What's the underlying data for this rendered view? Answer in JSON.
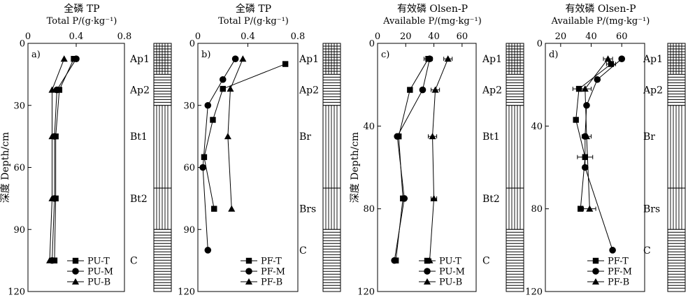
{
  "chart_data": [
    {
      "type": "line",
      "panel_label": "a)",
      "title_cn": "全磷 TP",
      "title_en": "Total P/(g·kg⁻¹)",
      "ylabel": "深度 Depth/cm",
      "xlim": [
        0,
        0.8
      ],
      "ylim": [
        0,
        120
      ],
      "x_ticks": [
        0,
        0.4,
        0.8
      ],
      "x_tick_labels": [
        "0",
        "0.4",
        "0.8"
      ],
      "y_ticks": [
        0,
        30,
        60,
        90,
        120
      ],
      "y_tick_labels": [
        "0",
        "30",
        "60",
        "90",
        "120"
      ],
      "series": [
        {
          "name": "PU-T",
          "marker": "square",
          "x": [
            0.38,
            0.26,
            0.23,
            0.23,
            0.22
          ],
          "y": [
            7.5,
            22.5,
            45,
            75,
            105
          ]
        },
        {
          "name": "PU-M",
          "marker": "circle",
          "x": [
            0.4,
            0.24,
            0.22,
            0.22,
            0.2
          ],
          "y": [
            7.5,
            22.5,
            45,
            75,
            105
          ]
        },
        {
          "name": "PU-B",
          "marker": "triangle",
          "x": [
            0.3,
            0.2,
            0.2,
            0.2,
            0.18
          ],
          "y": [
            7.5,
            22.5,
            45,
            75,
            105
          ]
        }
      ],
      "horizons": [
        {
          "label": "Ap1",
          "top": 0,
          "bottom": 15,
          "pattern": "grid"
        },
        {
          "label": "Ap2",
          "top": 15,
          "bottom": 30,
          "pattern": "hlines"
        },
        {
          "label": "Bt1",
          "top": 30,
          "bottom": 70,
          "pattern": "vlines"
        },
        {
          "label": "Bt2",
          "top": 70,
          "bottom": 90,
          "pattern": "vlines"
        },
        {
          "label": "C",
          "top": 90,
          "bottom": 120,
          "pattern": "hlines"
        }
      ],
      "label_depths": [
        7.5,
        22.5,
        45,
        75,
        105
      ]
    },
    {
      "type": "line",
      "panel_label": "b)",
      "title_cn": "全磷 TP",
      "title_en": "Total P/(g·kg⁻¹)",
      "ylabel": "",
      "xlim": [
        0,
        0.8
      ],
      "ylim": [
        0,
        120
      ],
      "x_ticks": [
        0,
        0.4,
        0.8
      ],
      "x_tick_labels": [
        "0",
        "0.4",
        "0.8"
      ],
      "y_ticks": [
        0,
        30,
        60,
        90,
        120
      ],
      "y_tick_labels": [
        "0",
        "30",
        "60",
        "90",
        "120"
      ],
      "series": [
        {
          "name": "PF-T",
          "marker": "square",
          "x": [
            0.7,
            0.2,
            0.12,
            0.05,
            0.13
          ],
          "y": [
            10,
            22,
            37,
            55,
            80
          ]
        },
        {
          "name": "PF-M",
          "marker": "circle",
          "x": [
            0.3,
            0.2,
            0.08,
            0.04,
            0.08
          ],
          "y": [
            7.5,
            17.5,
            30,
            60,
            100
          ]
        },
        {
          "name": "PF-B",
          "marker": "triangle",
          "x": [
            0.36,
            0.26,
            0.24,
            0.27
          ],
          "y": [
            7.5,
            22,
            45,
            80
          ]
        }
      ],
      "horizons": [
        {
          "label": "Ap1",
          "top": 0,
          "bottom": 15,
          "pattern": "grid"
        },
        {
          "label": "Ap2",
          "top": 15,
          "bottom": 30,
          "pattern": "hlines"
        },
        {
          "label": "Br",
          "top": 30,
          "bottom": 70,
          "pattern": "vlines"
        },
        {
          "label": "Brs",
          "top": 70,
          "bottom": 90,
          "pattern": "vlines"
        },
        {
          "label": "C",
          "top": 90,
          "bottom": 120,
          "pattern": "hlines"
        }
      ],
      "label_depths": [
        7.5,
        22.5,
        45,
        80,
        100
      ]
    },
    {
      "type": "line",
      "panel_label": "c)",
      "title_cn": "有效磷 Olsen-P",
      "title_en": "Available P/(mg·kg⁻¹)",
      "ylabel": "深度 Depth/cm",
      "xlim": [
        0,
        70
      ],
      "ylim": [
        0,
        120
      ],
      "x_ticks": [
        0,
        20,
        40,
        60
      ],
      "x_tick_labels": [
        "0",
        "20",
        "40",
        "60"
      ],
      "y_ticks": [
        0,
        40,
        80,
        120
      ],
      "y_tick_labels": [
        "0",
        "40",
        "80",
        "120"
      ],
      "series": [
        {
          "name": "PU-T",
          "marker": "square",
          "x": [
            36,
            23,
            15,
            18,
            13
          ],
          "y": [
            7.5,
            22.5,
            45,
            75,
            105
          ],
          "xerr": [
            3,
            0,
            0,
            0,
            0
          ]
        },
        {
          "name": "PU-M",
          "marker": "circle",
          "x": [
            37,
            32,
            14,
            19,
            12
          ],
          "y": [
            7.5,
            22.5,
            45,
            75,
            105
          ],
          "xerr": [
            0,
            0,
            0,
            0,
            0
          ]
        },
        {
          "name": "PU-B",
          "marker": "triangle",
          "x": [
            50,
            41,
            39,
            40,
            37
          ],
          "y": [
            7.5,
            22.5,
            45,
            75,
            105
          ],
          "xerr": [
            3,
            3,
            3,
            2,
            1
          ]
        }
      ],
      "horizons": [
        {
          "label": "Ap1",
          "top": 0,
          "bottom": 15,
          "pattern": "grid"
        },
        {
          "label": "Ap2",
          "top": 15,
          "bottom": 30,
          "pattern": "hlines"
        },
        {
          "label": "Bt1",
          "top": 30,
          "bottom": 70,
          "pattern": "vlines"
        },
        {
          "label": "Bt2",
          "top": 70,
          "bottom": 90,
          "pattern": "vlines"
        },
        {
          "label": "C",
          "top": 90,
          "bottom": 120,
          "pattern": "hlines"
        }
      ],
      "label_depths": [
        7.5,
        22.5,
        45,
        75,
        105
      ]
    },
    {
      "type": "line",
      "panel_label": "d)",
      "title_cn": "有效磷 Olsen-P",
      "title_en": "Available P/(mg·kg⁻¹)",
      "ylabel": "",
      "xlim": [
        10,
        75
      ],
      "ylim": [
        0,
        120
      ],
      "x_ticks": [
        20,
        40,
        60
      ],
      "x_tick_labels": [
        "20",
        "40",
        "60"
      ],
      "y_ticks": [
        0,
        40,
        80,
        120
      ],
      "y_tick_labels": [
        "0",
        "40",
        "80",
        "120"
      ],
      "series": [
        {
          "name": "PF-T",
          "marker": "square",
          "x": [
            53,
            32,
            30,
            36,
            33
          ],
          "y": [
            10,
            22,
            37,
            55,
            80
          ],
          "xerr": [
            3,
            4,
            0,
            5,
            0
          ]
        },
        {
          "name": "PF-M",
          "marker": "circle",
          "x": [
            60,
            44,
            37,
            36,
            36,
            54
          ],
          "y": [
            7.5,
            17.5,
            30,
            45,
            60,
            100
          ],
          "xerr": [
            0,
            0,
            0,
            0,
            0,
            0
          ]
        },
        {
          "name": "PF-B",
          "marker": "triangle",
          "x": [
            51,
            36,
            37,
            39
          ],
          "y": [
            7.5,
            22,
            45,
            80
          ],
          "xerr": [
            3,
            4,
            3,
            4
          ]
        }
      ],
      "horizons": [
        {
          "label": "Ap1",
          "top": 0,
          "bottom": 15,
          "pattern": "grid"
        },
        {
          "label": "Ap2",
          "top": 15,
          "bottom": 30,
          "pattern": "hlines"
        },
        {
          "label": "Br",
          "top": 30,
          "bottom": 70,
          "pattern": "vlines"
        },
        {
          "label": "Brs",
          "top": 70,
          "bottom": 90,
          "pattern": "vlines"
        },
        {
          "label": "C",
          "top": 90,
          "bottom": 120,
          "pattern": "hlines"
        }
      ],
      "label_depths": [
        7.5,
        22.5,
        45,
        80,
        100
      ]
    }
  ]
}
